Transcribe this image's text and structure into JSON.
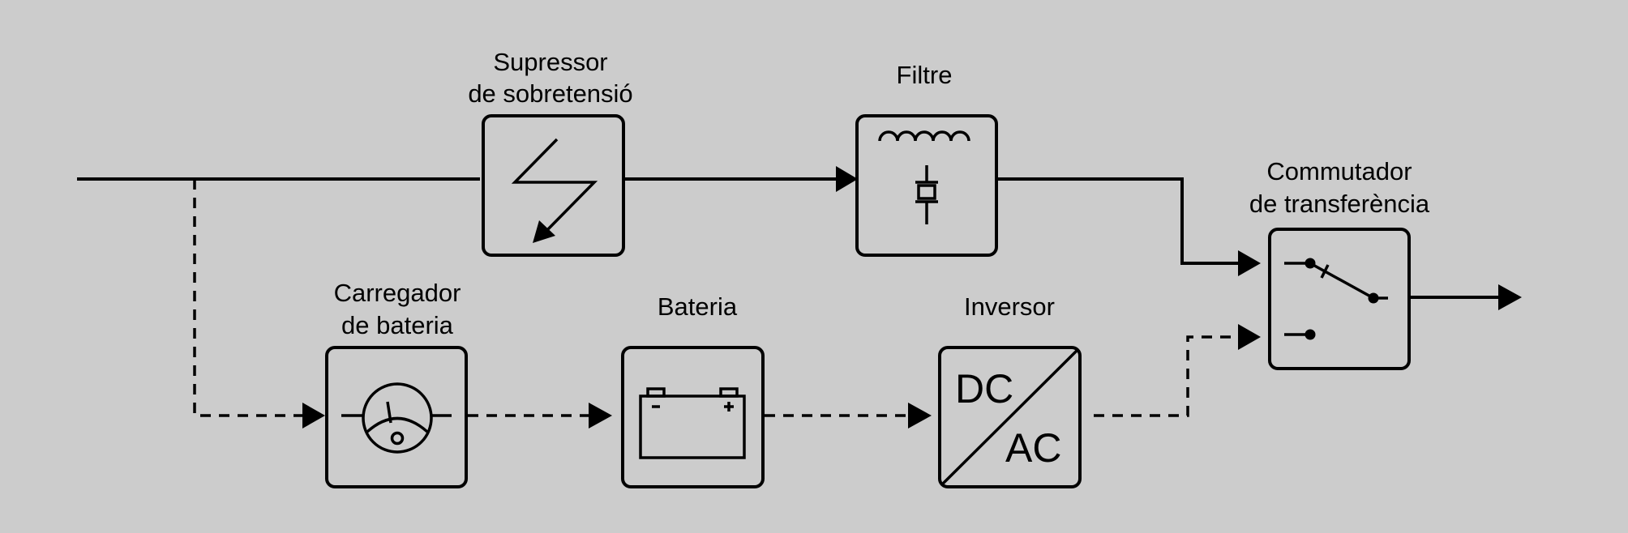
{
  "diagram": {
    "background_color": "#cccccc",
    "line_color": "#000000",
    "blocks": {
      "surge_suppressor": {
        "label_line1": "Supressor",
        "label_line2": "de sobretensió",
        "icon": "lightning-arrow-icon"
      },
      "filter": {
        "label_line1": "Filtre",
        "icon": "inductor-capacitor-icon"
      },
      "transfer_switch": {
        "label_line1": "Commutador",
        "label_line2": "de transferència",
        "icon": "switch-icon"
      },
      "battery_charger": {
        "label_line1": "Carregador",
        "label_line2": "de bateria",
        "icon": "meter-gauge-icon"
      },
      "battery": {
        "label_line1": "Bateria",
        "icon": "battery-icon"
      },
      "inverter": {
        "label_line1": "Inversor",
        "text_dc": "DC",
        "text_ac": "AC",
        "icon": "dc-ac-converter-icon"
      }
    },
    "connections": [
      {
        "from": "input",
        "to": "surge_suppressor",
        "style": "solid"
      },
      {
        "from": "surge_suppressor",
        "to": "filter",
        "style": "solid"
      },
      {
        "from": "filter",
        "to": "transfer_switch",
        "style": "solid"
      },
      {
        "from": "input",
        "to": "battery_charger",
        "style": "dashed"
      },
      {
        "from": "battery_charger",
        "to": "battery",
        "style": "dashed"
      },
      {
        "from": "battery",
        "to": "inverter",
        "style": "dashed"
      },
      {
        "from": "inverter",
        "to": "transfer_switch",
        "style": "dashed"
      },
      {
        "from": "transfer_switch",
        "to": "output",
        "style": "solid"
      }
    ]
  }
}
